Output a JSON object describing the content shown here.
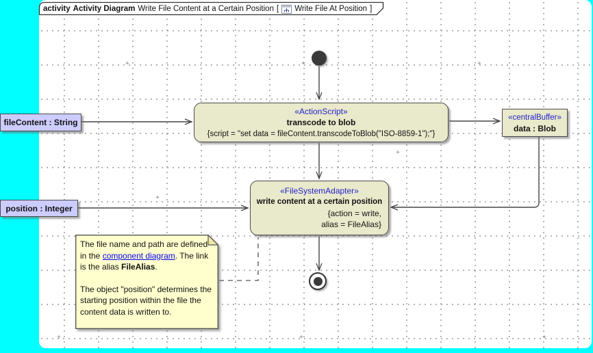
{
  "frame": {
    "keyword": "activity",
    "diagram_type": "Activity Diagram",
    "diagram_name": "Write File Content at a Certain Position",
    "ref_open": "[",
    "ref_name": "Write File At Position",
    "ref_close": "]"
  },
  "nodes": {
    "transcode_action": {
      "stereotype": "«ActionScript»",
      "name": "transcode to blob",
      "properties": "{script = \"set data = fileContent.transcodeToBlob(\"ISO-8859-1\");\"}"
    },
    "file_content_object": {
      "label": "fileContent : String"
    },
    "central_buffer": {
      "stereotype": "«centralBuffer»",
      "name": "data : Blob"
    },
    "write_action": {
      "stereotype": "«FileSystemAdapter»",
      "name": "write content at a certain position",
      "properties_line_1": "{action = write,",
      "properties_line_2": "alias = FileAlias}"
    },
    "position_object": {
      "label": "position : Integer"
    }
  },
  "note": {
    "p1_text_1": "The file name and path are defined in the ",
    "p1_link": "component diagram",
    "p1_text_2": ". The link is the alias ",
    "p1_bold": "FileAlias",
    "p1_text_3": ".",
    "p2": "The object \"position\" determines the starting position within the file the content data is written to."
  },
  "grid": {
    "plus_mark": "+"
  },
  "colors": {
    "background": "#00FFFF",
    "canvas": "#FFFFFF",
    "node_fill": "#E9E9CB",
    "object_fill": "#CCCCFF",
    "note_fill": "#FFFFCE",
    "stereotype_text": "#2222CC",
    "link_text": "#0000EE",
    "edge": "#454545"
  }
}
